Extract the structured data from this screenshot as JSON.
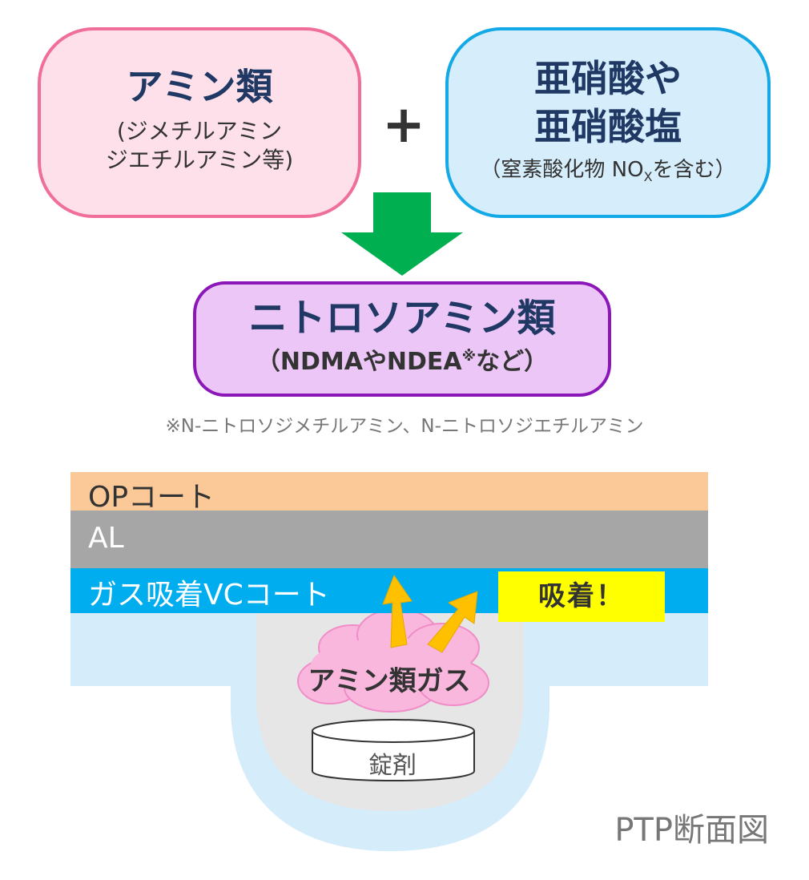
{
  "amine": {
    "title": "アミン類",
    "examples_line1": "(ジメチルアミン",
    "examples_line2": "ジエチルアミン等)"
  },
  "plus_sign": "+",
  "nitrite": {
    "title_line1": "亜硝酸や",
    "title_line2": "亜硝酸塩",
    "note_prefix": "（窒素酸化物 NO",
    "note_subscript": "X",
    "note_suffix": "を含む）"
  },
  "nitrosamine": {
    "title": "ニトロソアミン類",
    "subtitle_prefix": "（NDMAやNDEA",
    "subtitle_mark": "※",
    "subtitle_suffix": "など）"
  },
  "footnote": "※N-ニトロソジメチルアミン、N-ニトロソジエチルアミン",
  "ptp": {
    "layers": {
      "op": "OPコート",
      "al": "AL",
      "vc": "ガス吸着VCコート"
    },
    "adsorb_label": "吸着！",
    "gas_label": "アミン類ガス",
    "tablet_label": "錠剤",
    "caption": "PTP断面図"
  },
  "colors": {
    "amine_fill": "#fde0ea",
    "amine_border": "#f06e9a",
    "nitrite_fill": "#d6eefb",
    "nitrite_border": "#13a9e6",
    "nitrosamine_fill": "#ecc6f6",
    "nitrosamine_border": "#8c17b8",
    "arrow_down": "#00b050",
    "arrow_up": "#ffc000",
    "op_layer": "#fbc898",
    "al_layer": "#a6a6a6",
    "vc_layer": "#00aeef",
    "pocket": "#d5ecfb",
    "gas_cloud": "#f9b7de",
    "adsorb_highlight": "#ffff00"
  }
}
